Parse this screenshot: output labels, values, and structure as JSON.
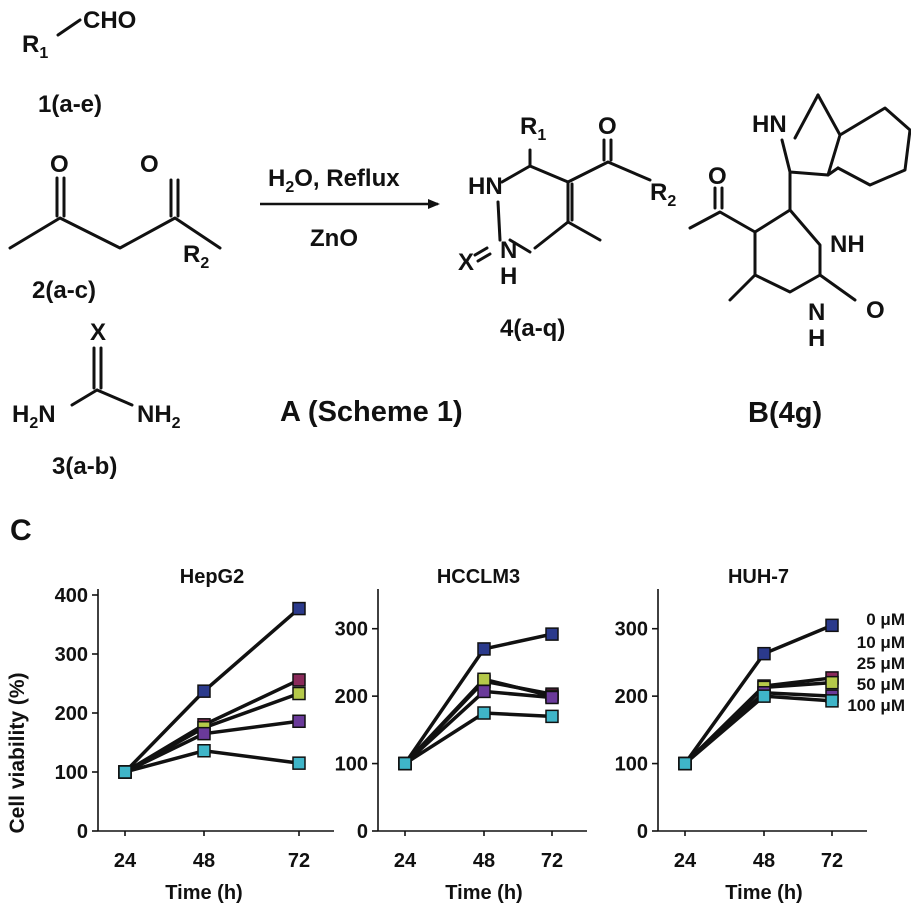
{
  "scheme": {
    "reactant1_r": "R",
    "reactant1_r_sub": "1",
    "reactant1_group": "CHO",
    "reactant1_label": "1(a-e)",
    "reactant2_o_left": "O",
    "reactant2_o_right": "O",
    "reactant2_r": "R",
    "reactant2_r_sub": "2",
    "reactant2_label": "2(a-c)",
    "reactant3_x": "X",
    "reactant3_left": "H",
    "reactant3_left_sub": "2",
    "reactant3_left_n": "N",
    "reactant3_right": "NH",
    "reactant3_right_sub": "2",
    "reactant3_label": "3(a-b)",
    "arrow_top": "H",
    "arrow_top_sub": "2",
    "arrow_top_rest": "O, Reflux",
    "arrow_bottom": "ZnO",
    "product_r1": "R",
    "product_r1_sub": "1",
    "product_o": "O",
    "product_r2": "R",
    "product_r2_sub": "2",
    "product_hn": "HN",
    "product_x": "X",
    "product_n": "N",
    "product_h": "H",
    "product_label": "4(a-q)",
    "scheme_label": "A (Scheme 1)",
    "b_hn": "HN",
    "b_o_left": "O",
    "b_nh_top": "NH",
    "b_o_right": "O",
    "b_n": "N",
    "b_h": "H",
    "b_label": "B(4g)"
  },
  "panel_label": "C",
  "y_axis_label": "Cell viability (%)",
  "x_axis_label": "Time (h)",
  "legend": [
    "0 μM",
    "10 μM",
    "25 μM",
    "50 μM",
    "100 μM"
  ],
  "marker_colors": [
    "#2b3a8c",
    "#8a2a5a",
    "#b5c94a",
    "#6a3a9a",
    "#3fb5c8"
  ],
  "chart_data": [
    {
      "type": "line",
      "title": "HepG2",
      "xlabel": "Time (h)",
      "ylabel": "Cell viability (%)",
      "x": [
        24,
        48,
        72
      ],
      "ylim": [
        0,
        400
      ],
      "yticks": [
        0,
        100,
        200,
        300,
        400
      ],
      "series": [
        {
          "name": "0 μM",
          "values": [
            100,
            237,
            377
          ]
        },
        {
          "name": "10 μM",
          "values": [
            100,
            180,
            256
          ]
        },
        {
          "name": "25 μM",
          "values": [
            100,
            175,
            233
          ]
        },
        {
          "name": "50 μM",
          "values": [
            100,
            165,
            186
          ]
        },
        {
          "name": "100 μM",
          "values": [
            100,
            136,
            115
          ]
        }
      ]
    },
    {
      "type": "line",
      "title": "HCCLM3",
      "xlabel": "Time (h)",
      "ylabel": "",
      "x": [
        24,
        48,
        72
      ],
      "ylim": [
        0,
        350
      ],
      "yticks": [
        0,
        100,
        200,
        300
      ],
      "series": [
        {
          "name": "0 μM",
          "values": [
            100,
            270,
            292
          ]
        },
        {
          "name": "10 μM",
          "values": [
            100,
            222,
            203
          ]
        },
        {
          "name": "25 μM",
          "values": [
            100,
            225,
            200
          ]
        },
        {
          "name": "50 μM",
          "values": [
            100,
            207,
            198
          ]
        },
        {
          "name": "100 μM",
          "values": [
            100,
            175,
            170
          ]
        }
      ]
    },
    {
      "type": "line",
      "title": "HUH-7",
      "xlabel": "Time (h)",
      "ylabel": "",
      "x": [
        24,
        48,
        72
      ],
      "ylim": [
        0,
        350
      ],
      "yticks": [
        0,
        100,
        200,
        300
      ],
      "series": [
        {
          "name": "0 μM",
          "values": [
            100,
            263,
            305
          ]
        },
        {
          "name": "10 μM",
          "values": [
            100,
            215,
            227
          ]
        },
        {
          "name": "25 μM",
          "values": [
            100,
            213,
            220
          ]
        },
        {
          "name": "50 μM",
          "values": [
            100,
            205,
            200
          ]
        },
        {
          "name": "100 μM",
          "values": [
            100,
            200,
            193
          ]
        }
      ]
    }
  ]
}
